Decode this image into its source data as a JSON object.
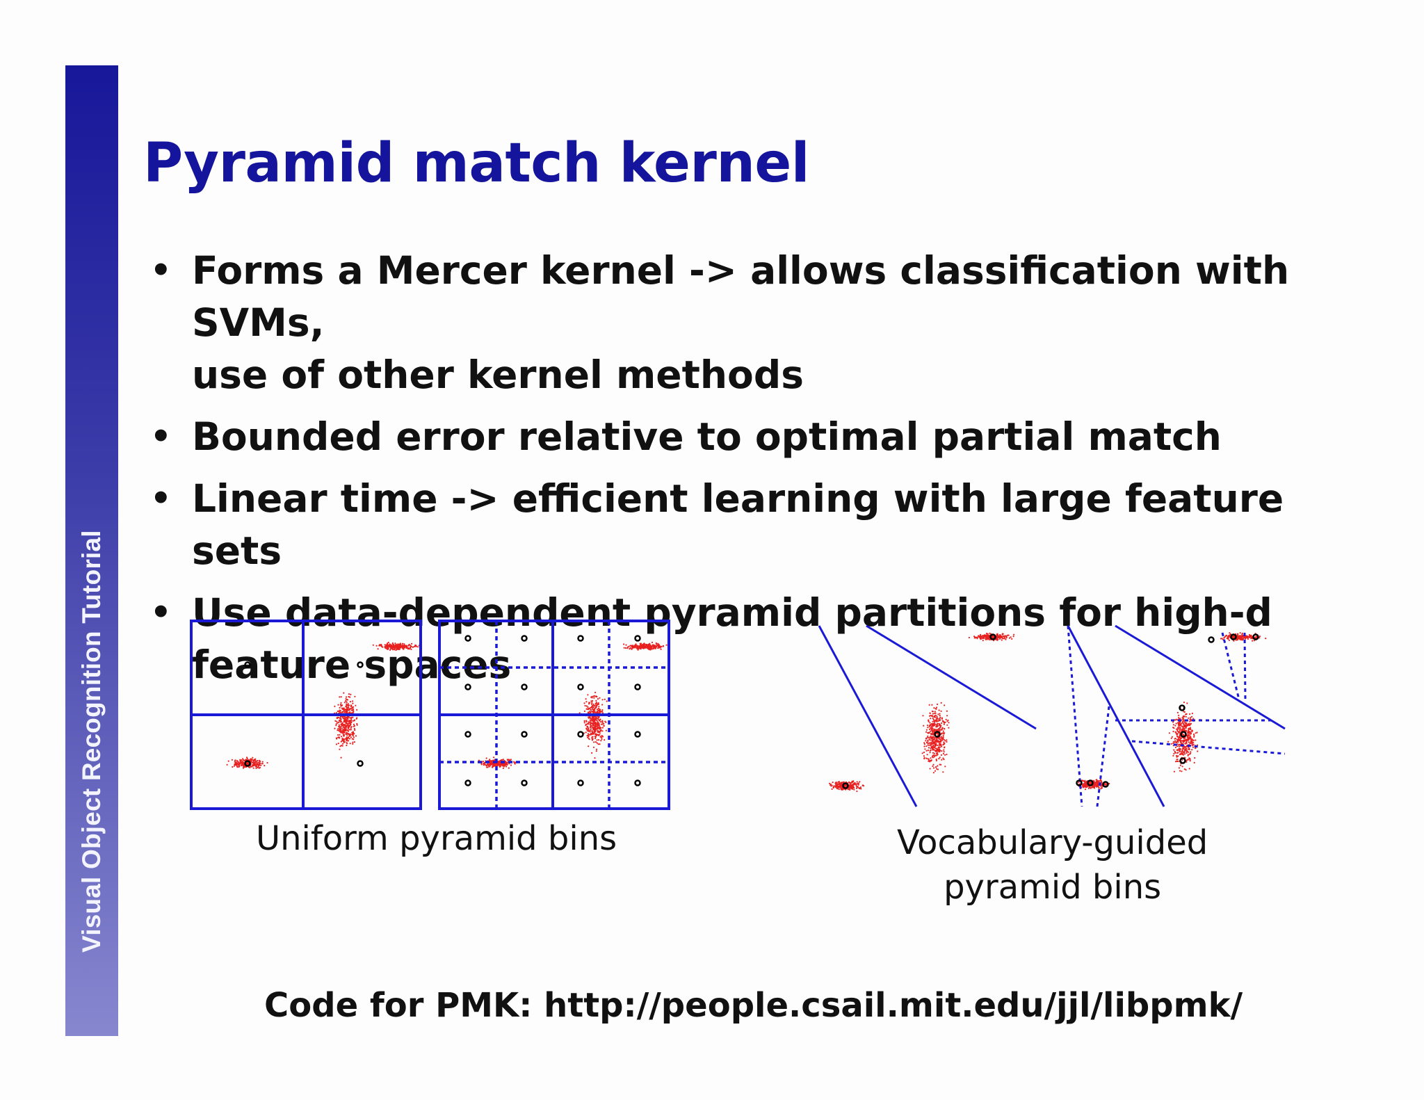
{
  "sidebar": {
    "text": "Visual Object Recognition Tutorial"
  },
  "slide": {
    "title": "Pyramid match kernel",
    "bullets": [
      {
        "line1": "Forms a Mercer kernel -> allows classification with SVMs,",
        "line2": "use of other kernel methods"
      },
      {
        "line1": "Bounded error relative to optimal partial match",
        "line2": ""
      },
      {
        "line1": "Linear time -> efficient learning with large feature sets",
        "line2": ""
      },
      {
        "line1": "Use data-dependent pyramid partitions for high-d",
        "line2": "feature spaces"
      }
    ],
    "bullet_symbol": "•",
    "figures": {
      "uniform_caption": "Uniform pyramid bins",
      "vocab_caption_line1": "Vocabulary-guided",
      "vocab_caption_line2": "pyramid bins"
    },
    "footer": "Code for PMK: http://people.csail.mit.edu/jjl/libpmk/"
  },
  "colors": {
    "title": "#14149c",
    "grid": "#1a1ad6",
    "points": "#e82020",
    "centers": "#000000"
  }
}
